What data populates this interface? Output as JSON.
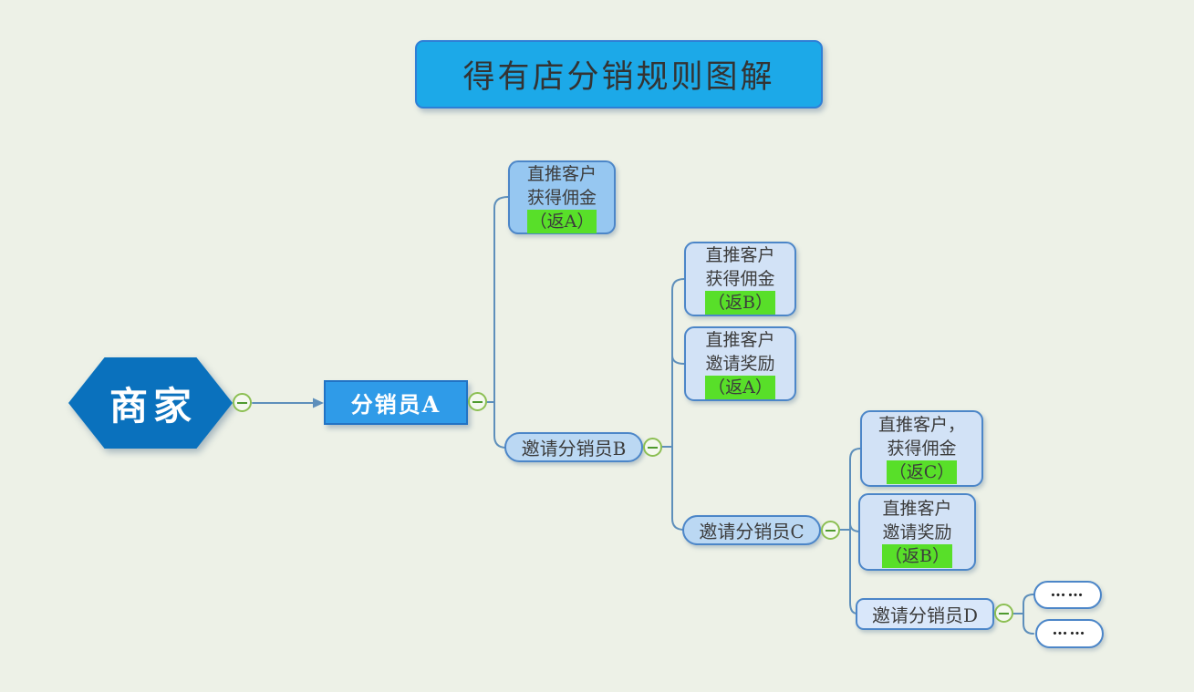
{
  "title": {
    "text": "得有店分销规则图解"
  },
  "nodes": {
    "merchant": {
      "label": "商家"
    },
    "distributor_a": {
      "label": "分销员A"
    },
    "a_child_commission": {
      "line1": "直推客户",
      "line2": "获得佣金",
      "highlight": "（返A）"
    },
    "invite_b": {
      "label": "邀请分销员B"
    },
    "b_child_commission": {
      "line1": "直推客户",
      "line2": "获得佣金",
      "highlight": "（返B）"
    },
    "b_child_reward": {
      "line1": "直推客户",
      "line2": "邀请奖励",
      "highlight": "（返A）"
    },
    "invite_c": {
      "label": "邀请分销员C"
    },
    "c_child_commission": {
      "line1": "直推客户，",
      "line2": "获得佣金",
      "highlight": "（返C）"
    },
    "c_child_reward": {
      "line1": "直推客户",
      "line2": "邀请奖励",
      "highlight": "（返B）"
    },
    "invite_d": {
      "label": "邀请分销员D"
    },
    "d_child_1": {
      "label": "……"
    },
    "d_child_2": {
      "label": "……"
    }
  },
  "colors": {
    "canvas_bg": "#EDF1E7",
    "title_fill": "#1CA9E8",
    "title_border": "#2E7FD6",
    "merchant_fill": "#0A71BD",
    "distributor_fill": "#2F9BE8",
    "distributor_border": "#2273C4",
    "level2_fill": "#96C7F1",
    "level3_fill": "#D2E2F6",
    "level4_fill": "#D9E7FA",
    "pill_fill": "#BBD8F3",
    "node_border": "#4C86C8",
    "highlight_green": "#58DF29",
    "connector": "#5E8FBB",
    "collapse_ring": "#8CBF53",
    "collapse_minus": "#4E9A2E"
  }
}
